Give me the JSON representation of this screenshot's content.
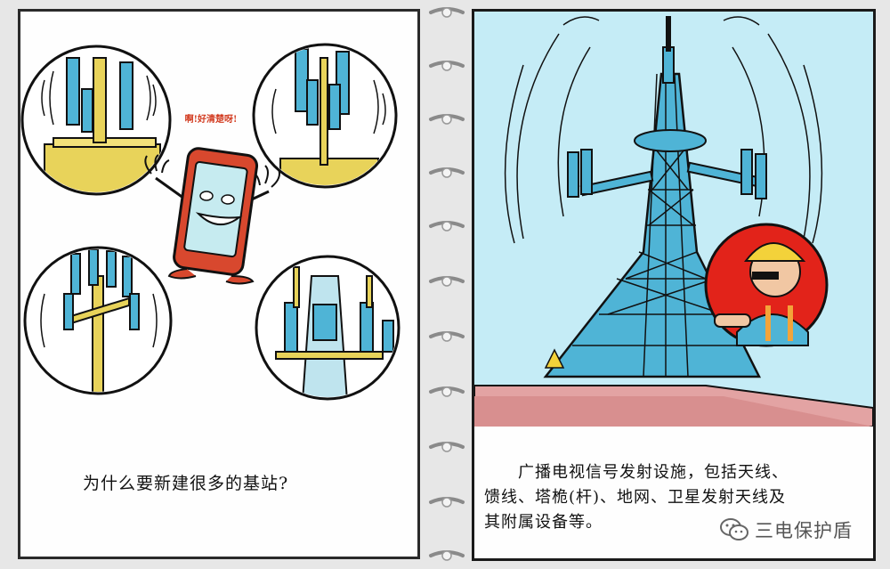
{
  "left_page": {
    "caption": "为什么要新建很多的基站?",
    "speech": "啊!好清楚呀!"
  },
  "right_page": {
    "caption_lines": [
      "　　广播电视信号发射设施，包括天线、",
      "馈线、塔桅(杆)、地网、卫星发射天线及",
      "其附属设备等。"
    ]
  },
  "watermark": {
    "text": "三电保护盾",
    "icon": "wechat-icon"
  },
  "colors": {
    "antenna_blue": "#4fb4d6",
    "pole_yellow": "#e8d35a",
    "phone_red": "#d8482e",
    "sky_blue": "#c5ecf6",
    "roof_pink": "#e3a3a3",
    "worker_circle_red": "#e2231a"
  }
}
